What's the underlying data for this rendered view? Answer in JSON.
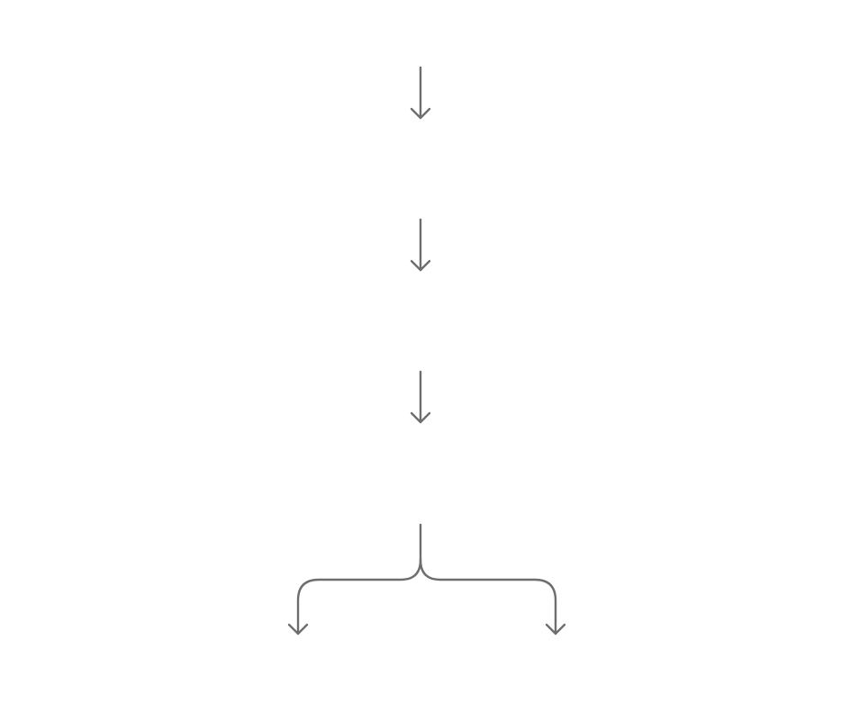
{
  "diagram": {
    "background": "#ffffff",
    "connector_color": "#6e6e6e",
    "connectors": [
      {
        "name": "arrow-1",
        "kind": "straight-down"
      },
      {
        "name": "arrow-2",
        "kind": "straight-down"
      },
      {
        "name": "arrow-3",
        "kind": "straight-down"
      },
      {
        "name": "split-arrow",
        "kind": "branch",
        "branches": [
          "left",
          "right"
        ]
      }
    ]
  }
}
